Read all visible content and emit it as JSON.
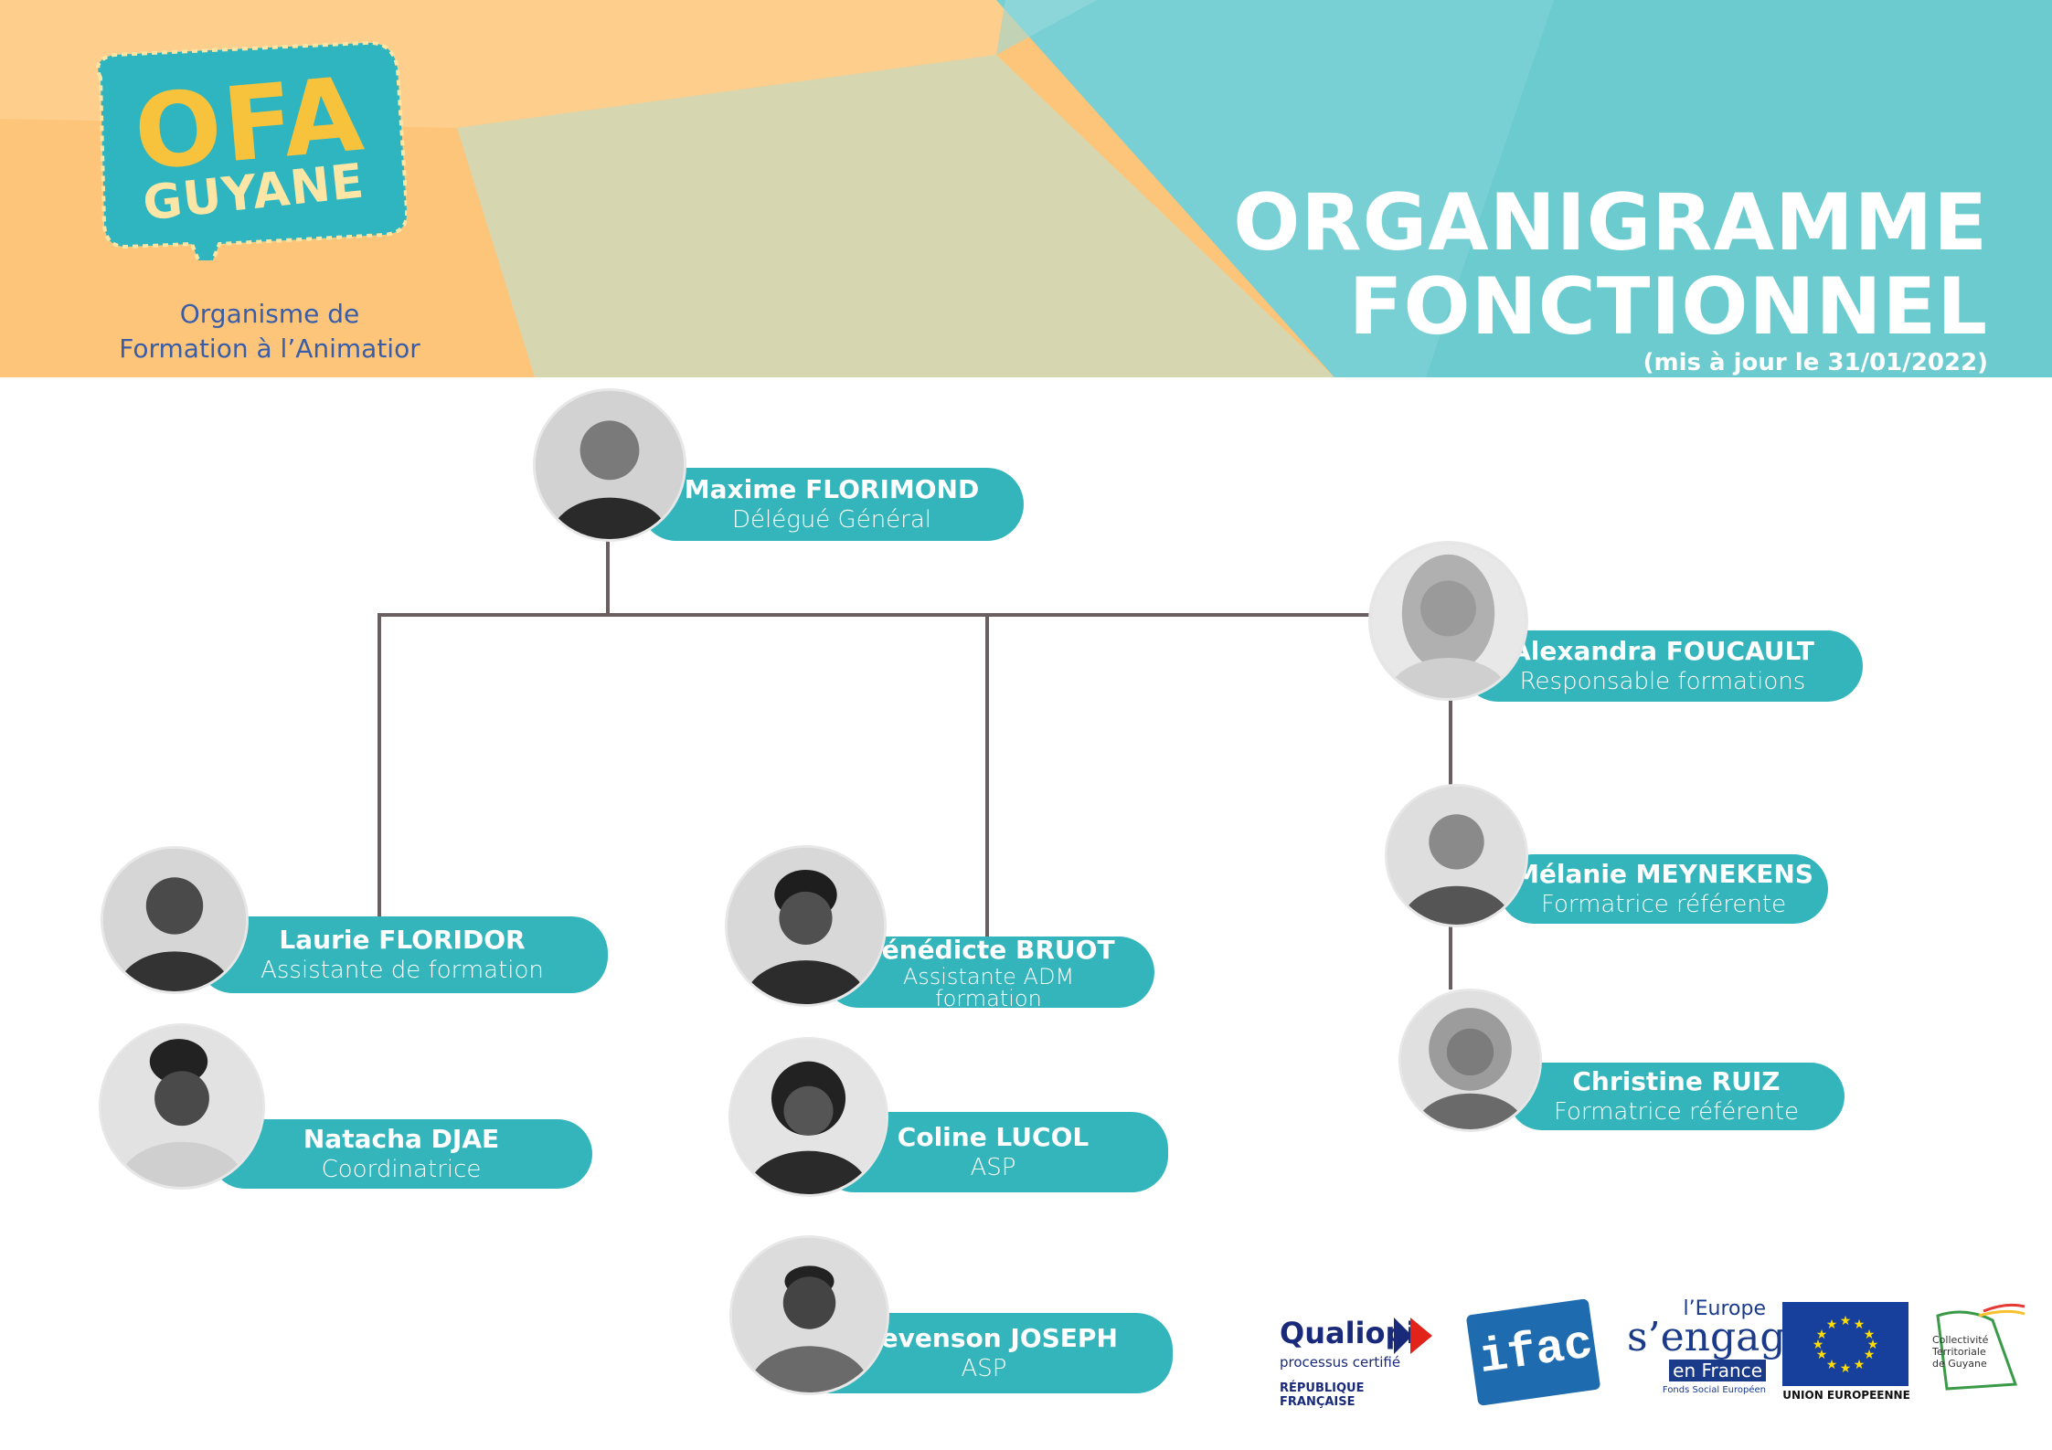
{
  "header": {
    "logo": {
      "brand_main": "OFA",
      "brand_sub": "GUYANE",
      "subtitle_line1": "Organisme de",
      "subtitle_line2": "Formation à l’Animatior"
    },
    "title_line1": "ORGANIGRAMME",
    "title_line2": "FONCTIONNEL",
    "updated": "(mis à jour le 31/01/2022)"
  },
  "colors": {
    "accent_teal": "#34b5bc",
    "header_orange": "#fdc57a",
    "header_khaki": "#d6d7b0",
    "header_teal": "#6ccbcf",
    "connector": "#6b5e60"
  },
  "people": [
    {
      "id": "maxime",
      "name": "Maxime FLORIMOND",
      "role": "Délégué Général"
    },
    {
      "id": "alexandra",
      "name": "Alexandra FOUCAULT",
      "role": "Responsable formations"
    },
    {
      "id": "melanie",
      "name": "Mélanie MEYNEKENS",
      "role": "Formatrice référente"
    },
    {
      "id": "christine",
      "name": "Christine RUIZ",
      "role": "Formatrice référente"
    },
    {
      "id": "laurie",
      "name": "Laurie FLORIDOR",
      "role": "Assistante de formation"
    },
    {
      "id": "natacha",
      "name": "Natacha DJAE",
      "role": "Coordinatrice"
    },
    {
      "id": "benedicte",
      "name": "Bénédicte BRUOT",
      "role_line1": "Assistante ADM",
      "role_line2": "formation"
    },
    {
      "id": "coline",
      "name": "Coline LUCOL",
      "role": "ASP"
    },
    {
      "id": "stevenson",
      "name": "Stevenson JOSEPH",
      "role": "ASP"
    }
  ],
  "footer_logos": {
    "qualiopi": {
      "name": "Qualiopi",
      "tagline": "processus certifié",
      "issuer": "RÉPUBLIQUE FRANÇAISE"
    },
    "ifac": {
      "name": "ifac"
    },
    "europe": {
      "line1": "l’Europe",
      "line2": "s’engage",
      "line3": "en France",
      "line4": "Fonds Social Européen"
    },
    "eu": {
      "label": "UNION EUROPEENNE"
    },
    "ctg": {
      "line1": "Collectivité",
      "line2": "Territoriale",
      "line3": "de Guyane"
    }
  }
}
